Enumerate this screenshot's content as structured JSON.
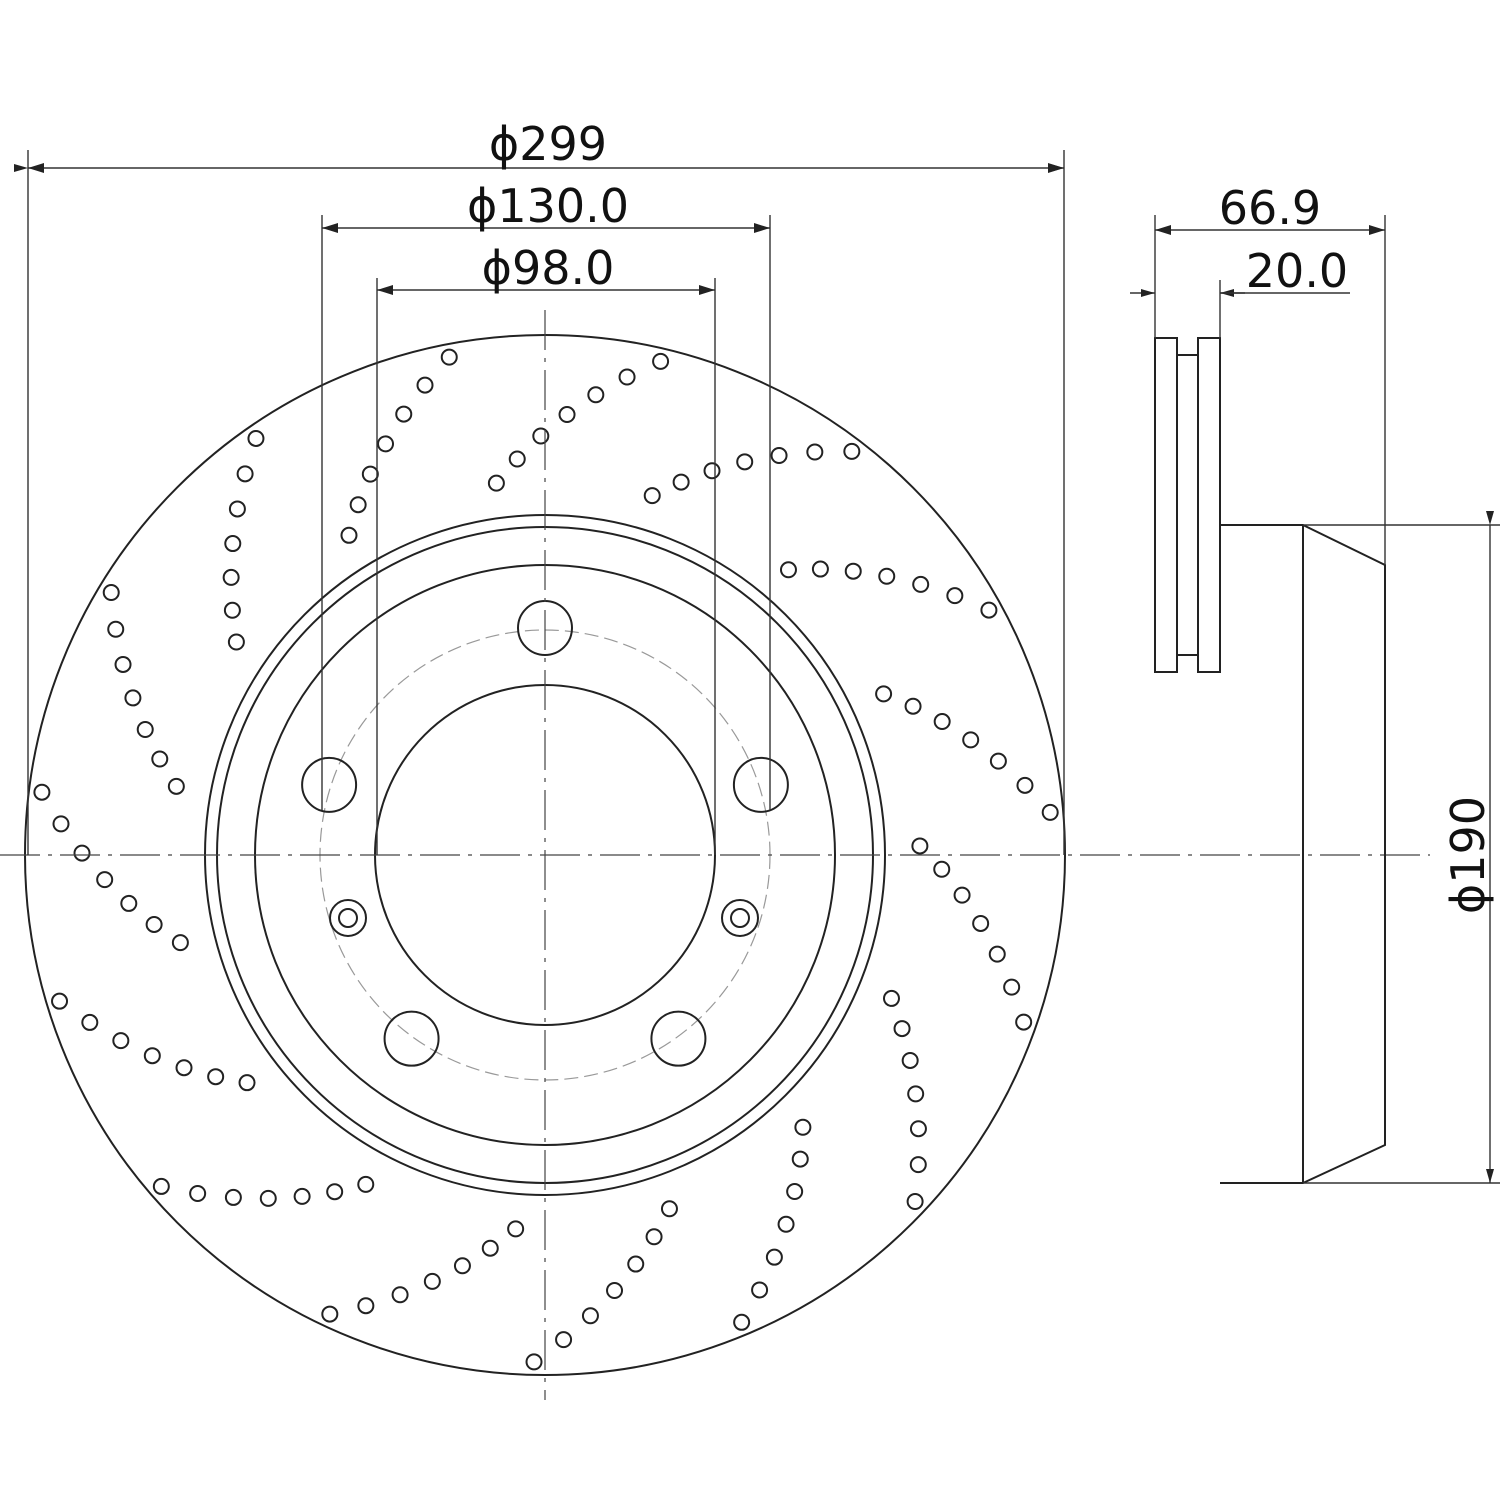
{
  "title": "Brake disc technical drawing",
  "dimensions": {
    "outer_diameter": "ϕ299",
    "bolt_circle_diameter": "ϕ130.0",
    "center_bore_diameter": "ϕ98.0",
    "overall_height": "66.9",
    "disc_thickness": "20.0",
    "hat_diameter": "ϕ190"
  },
  "bolt_hole_count": 5,
  "colors": {
    "line": "#222222",
    "background": "#ffffff"
  }
}
